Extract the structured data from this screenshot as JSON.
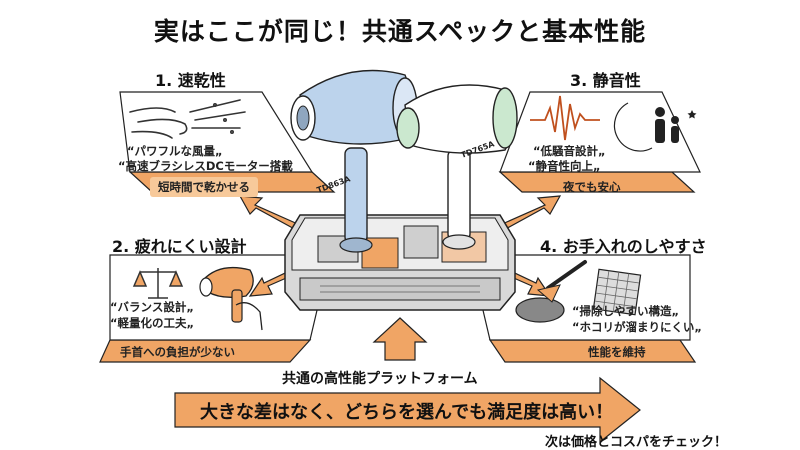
{
  "title": "実はここが同じ！共通スペックと基本性能",
  "sections": [
    {
      "title": "1. 速乾性",
      "quotes": [
        "“パワフルな風量„",
        "“高速ブラシレスDCモーター搭載"
      ],
      "pill": "短時間で乾かせる"
    },
    {
      "title": "3. 静音性",
      "quotes": [
        "“低騒音設計„",
        "“静音性向上„"
      ],
      "pill": "夜でも安心"
    },
    {
      "title": "2. 疲れにくい設計",
      "quotes": [
        "“バランス設計„",
        "“軽量化の工夫„"
      ],
      "pill": "手首への負担が少ない"
    },
    {
      "title": "4. お手入れのしやすさ",
      "quotes": [
        "“掃除しやすい構造„",
        "“ホコリが溜まりにくい„"
      ],
      "pill": "性能を維持"
    }
  ],
  "models": [
    "TD863A",
    "TD765A"
  ],
  "platform_label": "共通の高性能プラットフォーム",
  "banner": "大きな差はなく、どちらを選んでも満足度は高い！",
  "footer": "次は価格とコスパをチェック！",
  "colors": {
    "accent_orange": "#f0a565",
    "pill_orange": "#f7c99a",
    "dryer_blue": "#bcd3ec",
    "dryer_green": "#cbe8cf",
    "board_gray": "#d9d9d9"
  },
  "icons": [
    "wind-icon",
    "sound-wave-icon",
    "moon-family-icon",
    "scale-icon",
    "hand-dryer-icon",
    "cleaning-brush-icon",
    "filter-mesh-icon"
  ]
}
